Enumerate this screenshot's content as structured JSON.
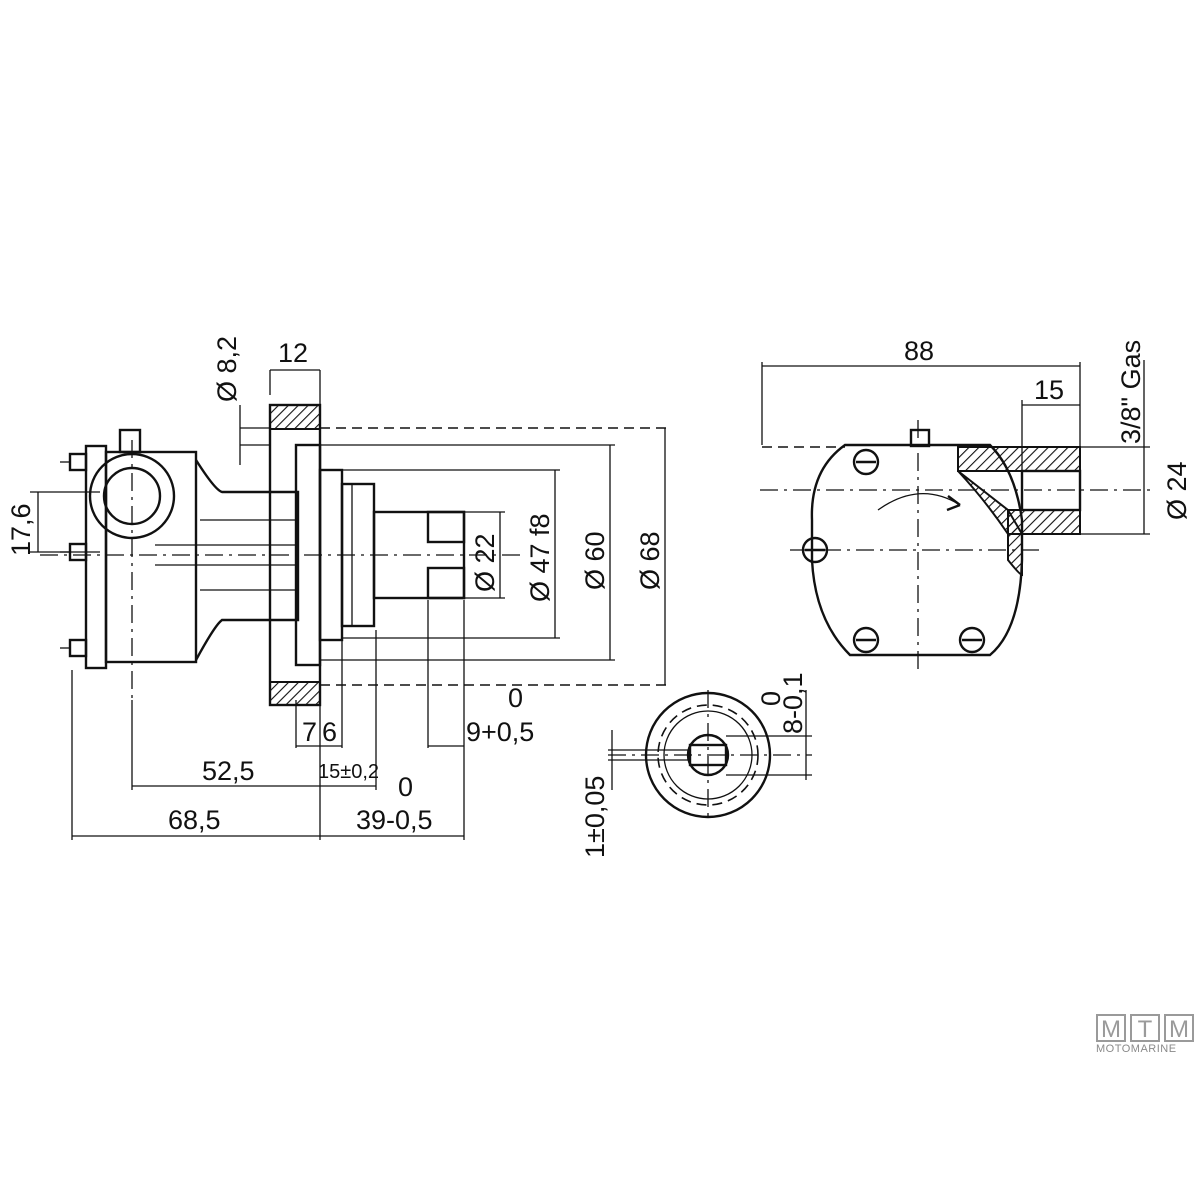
{
  "side_view": {
    "d_bolt": "Ø 8,2",
    "flange_width": "12",
    "d_shaft": "Ø 22",
    "d_pilot": "Ø 47 f8",
    "d_bolt_circle": "Ø 60",
    "d_flange": "Ø 68",
    "port_height": "17,6",
    "dim_7": "7",
    "dim_6": "6",
    "tol_9_upper": "0",
    "dim_9": "9+0,5",
    "dim_52_5": "52,5",
    "dim_15": "15±0,2",
    "tol_39_upper": "0",
    "dim_39": "39-0,5",
    "dim_68_5": "68,5"
  },
  "front_view": {
    "width": "88",
    "port_length": "15",
    "thread": "3/8\" Gas",
    "d_port": "Ø 24"
  },
  "shaft_section": {
    "tol_8_upper": "0",
    "dim_8": "8-0,1",
    "dim_1": "1±0,05"
  },
  "logo": {
    "letters": [
      "M",
      "T",
      "M"
    ],
    "subtitle": "MOTOMARINE"
  }
}
